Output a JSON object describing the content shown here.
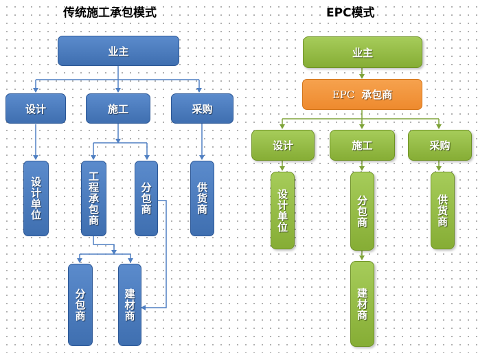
{
  "left": {
    "title": "传统施工承包模式",
    "owner": "业主",
    "design": "设计",
    "construction": "施工",
    "procurement": "采购",
    "design_unit": "设计单位",
    "general_contractor": "工程承包商",
    "subcontractor": "分包商",
    "supplier": "供货商",
    "sub_subcontractor": "分包商",
    "material_supplier": "建材商"
  },
  "right": {
    "title": "EPC模式",
    "owner": "业主",
    "epc_contractor_prefix": "EPC",
    "epc_contractor_suffix": "承包商",
    "design": "设计",
    "construction": "施工",
    "procurement": "采购",
    "design_unit": "设计单位",
    "subcontractor": "分包商",
    "material_supplier": "建材商",
    "supplier": "供货商"
  },
  "colors": {
    "blue_fill": "#4a7cc0",
    "blue_line": "#4f7fc2",
    "green_fill": "#92b83f",
    "green_line": "#7ea338",
    "orange_fill": "#f0902f"
  }
}
